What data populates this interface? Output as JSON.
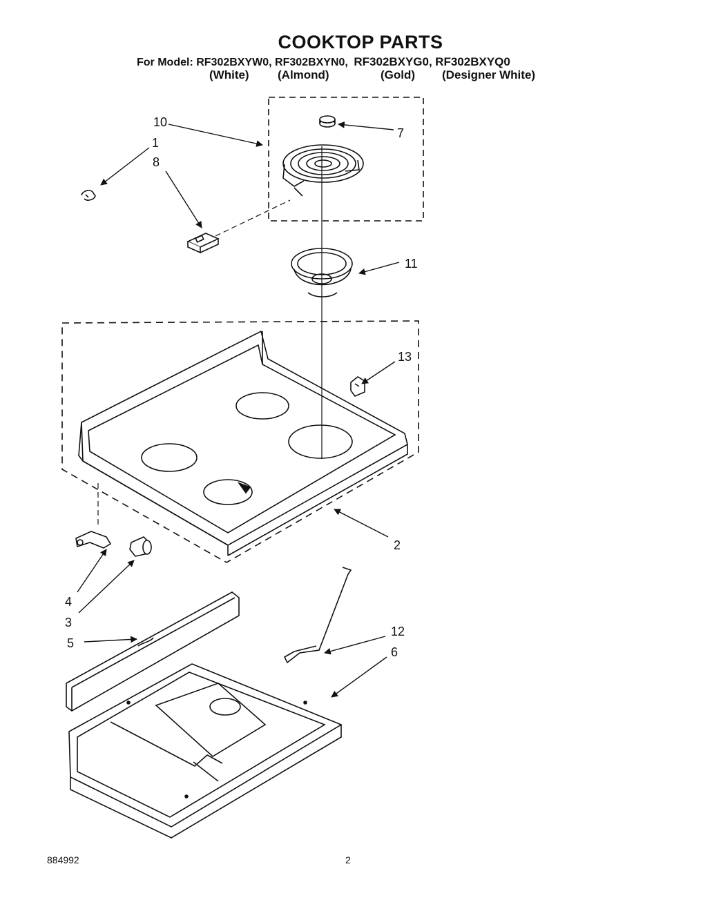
{
  "title": "COOKTOP PARTS",
  "models": {
    "prefix": "For Model:",
    "list": [
      "RF302BXYW0,",
      "RF302BXYN0,",
      "RF302BXYG0,",
      "RF302BXYQ0"
    ],
    "colors": [
      "(White)",
      "(Almond)",
      "(Gold)",
      "(Designer White)"
    ]
  },
  "callouts": {
    "c1": "1",
    "c2": "2",
    "c3": "3",
    "c4": "4",
    "c5": "5",
    "c6": "6",
    "c7": "7",
    "c8": "8",
    "c10": "10",
    "c11": "11",
    "c12": "12",
    "c13": "13"
  },
  "footer": {
    "doc_number": "884992",
    "page_number": "2"
  }
}
